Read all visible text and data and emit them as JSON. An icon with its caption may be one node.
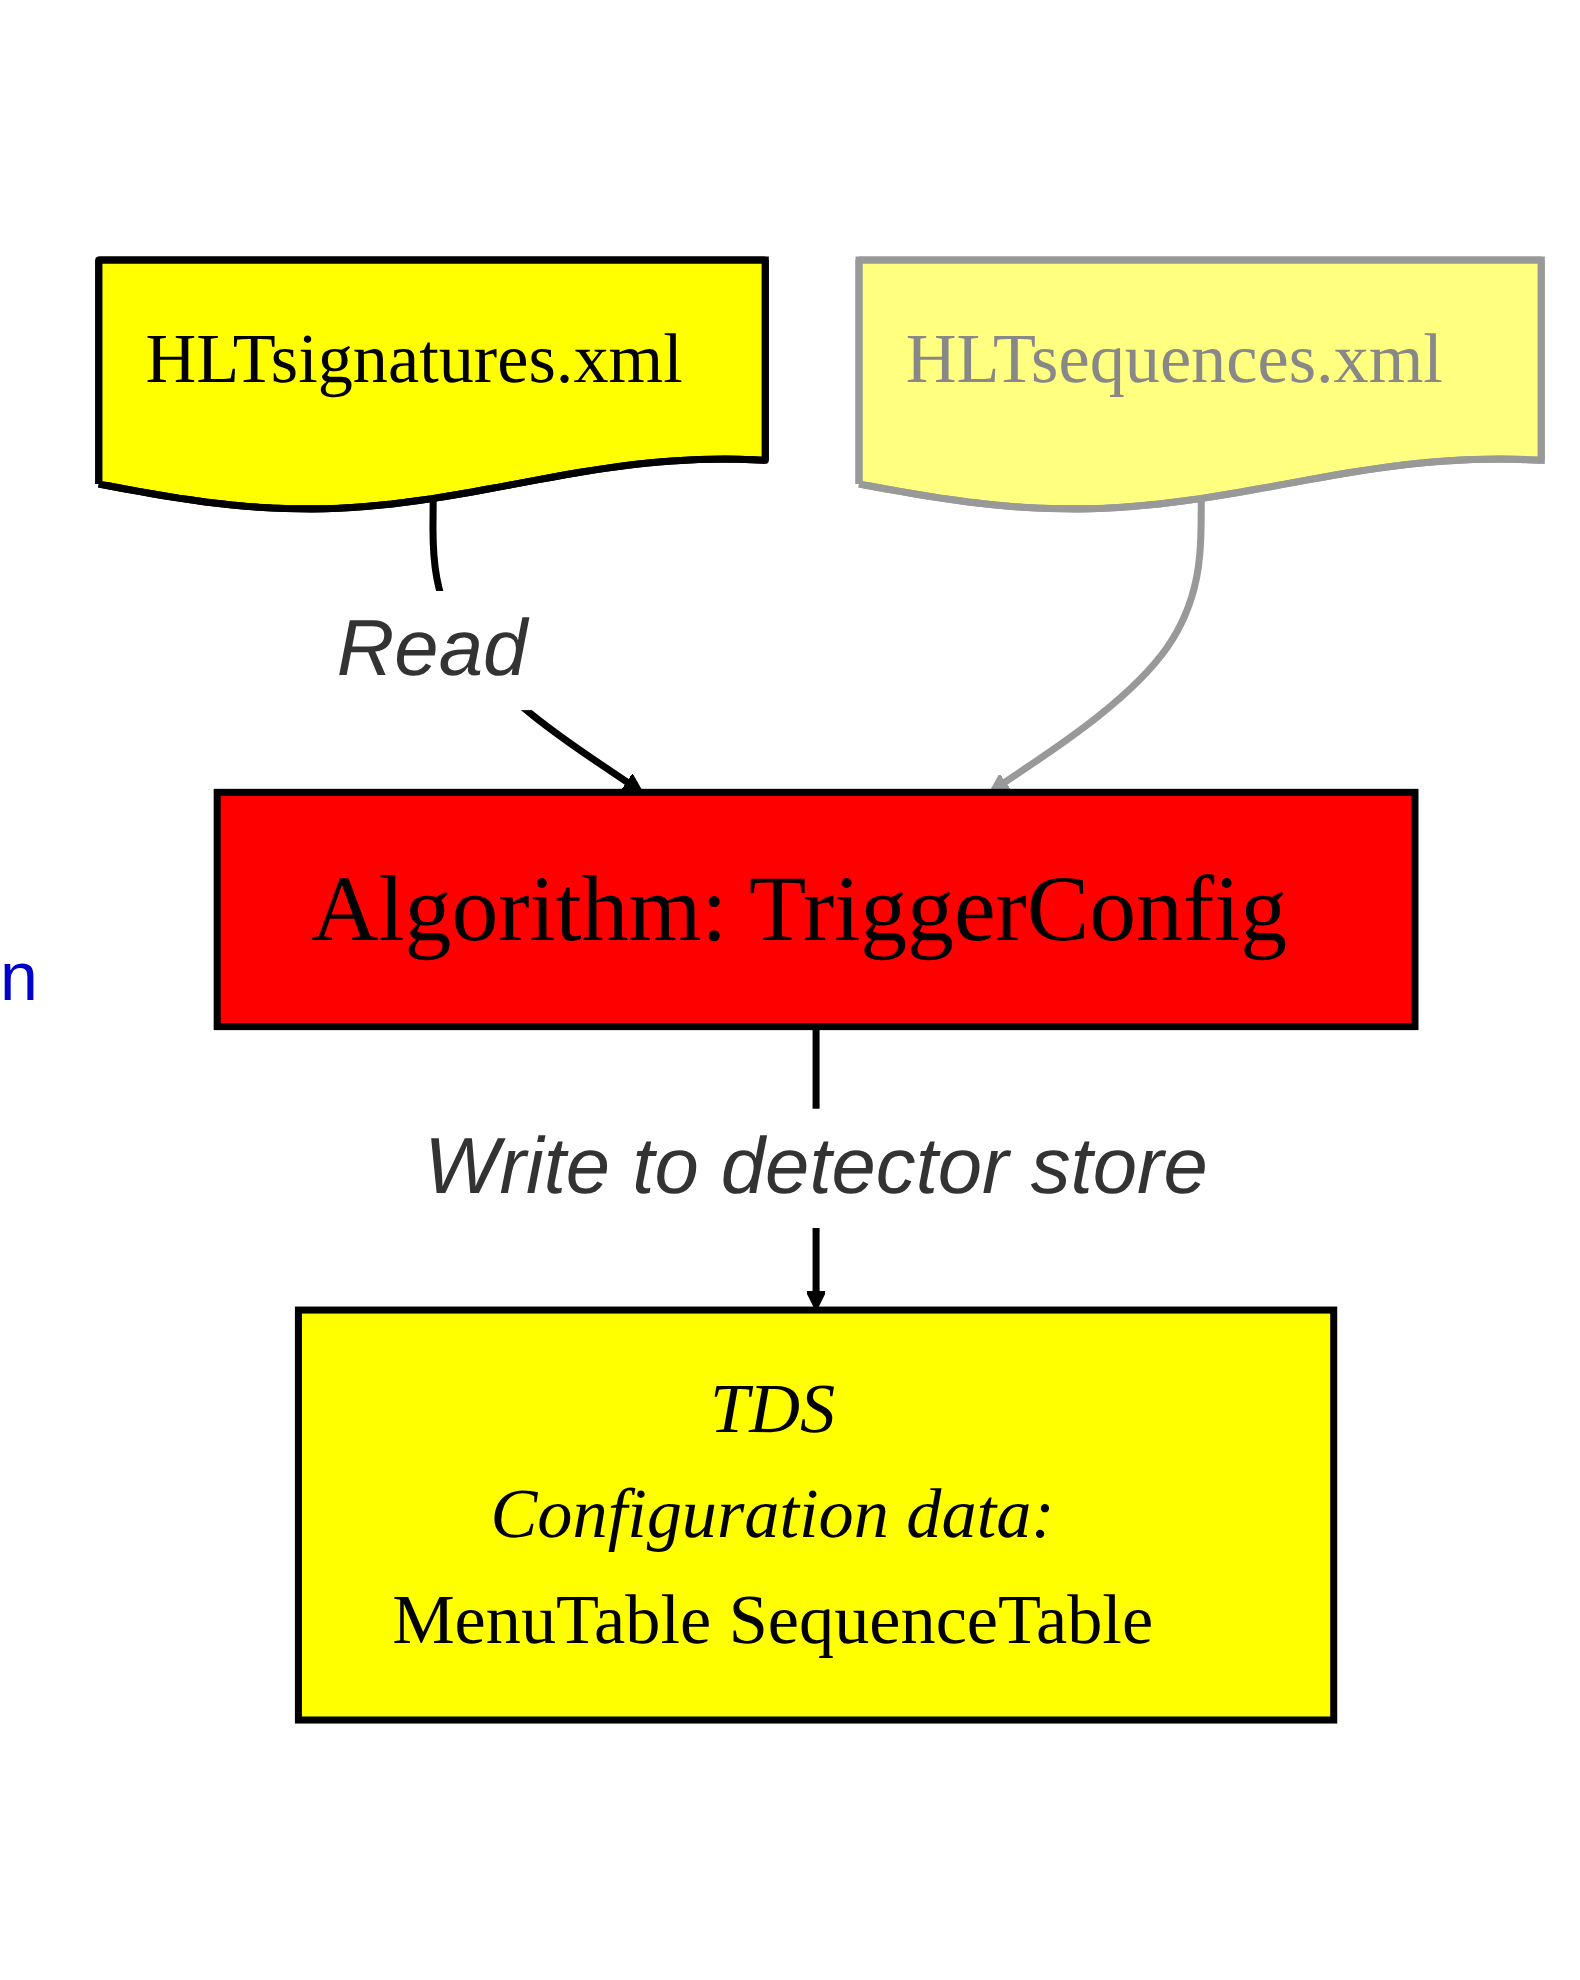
{
  "diagram": {
    "nodes": [
      {
        "text": [
          "HLTsignatures.xml"
        ]
      },
      {
        "text": [
          "HLTsequences.xml"
        ]
      },
      {
        "text": [
          "Algorithm: TriggerConfig"
        ]
      },
      {
        "text": [
          "TDS",
          "Configuration data:",
          "MenuTable",
          "SequenceTable"
        ]
      }
    ],
    "edges": [
      {
        "from": 0,
        "to": 2,
        "arrow": "to",
        "label": "Read"
      },
      {
        "from": 1,
        "to": 2,
        "arrow": "to",
        "color": "#999999"
      },
      {
        "from": 2,
        "to": 3,
        "arrow": "to",
        "label": "Write to detector store"
      }
    ],
    "labels": [
      "n"
    ]
  }
}
